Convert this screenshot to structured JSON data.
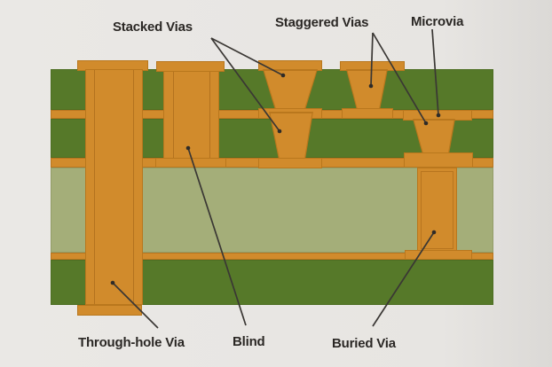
{
  "meta": {
    "description": "Printed circuit board cross-section diagram illustrating via types"
  },
  "labels": {
    "stacked": "Stacked Vias",
    "staggered": "Staggered Vias",
    "microvia": "Microvia",
    "through_hole": "Through-hole Via",
    "blind": "Blind",
    "buried": "Buried Via"
  },
  "colors": {
    "background": "#e7e5e2",
    "copper": "#d18b2c",
    "copper_edge": "#b9771d",
    "laminate_green": "#567929",
    "core_green": "#a4ae79",
    "annotation_line": "#3a3734",
    "label_text": "#2b2825"
  }
}
